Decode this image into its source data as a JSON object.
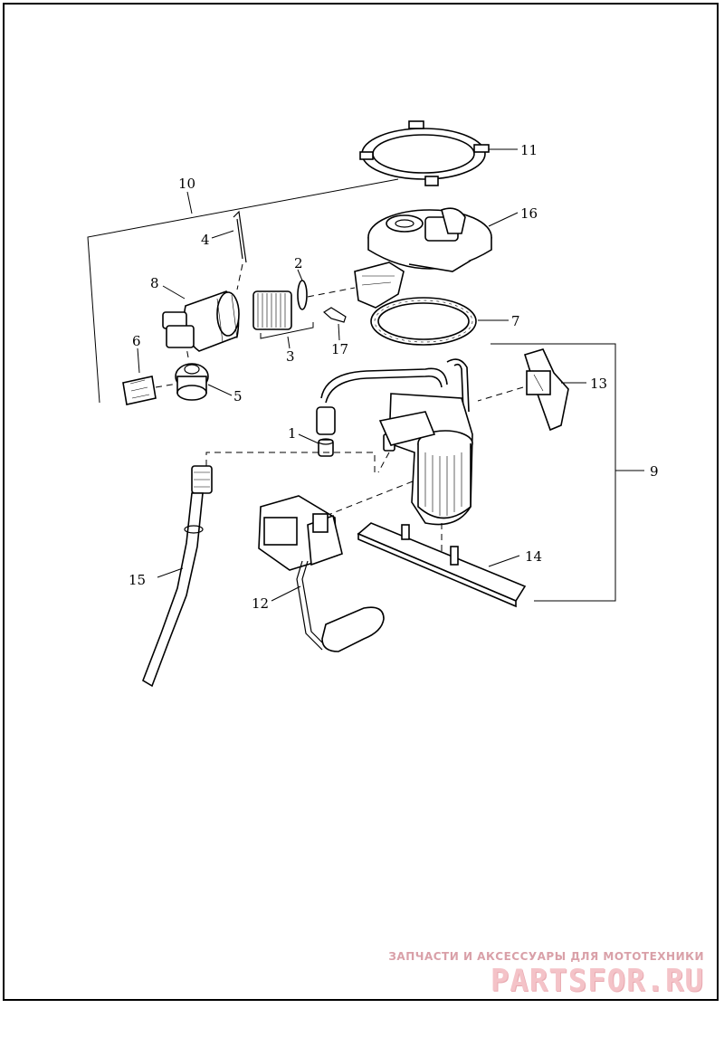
{
  "callouts": {
    "c1": "1",
    "c2": "2",
    "c3": "3",
    "c4": "4",
    "c5": "5",
    "c6": "6",
    "c7": "7",
    "c8": "8",
    "c9": "9",
    "c10": "10",
    "c11": "11",
    "c12": "12",
    "c13": "13",
    "c14": "14",
    "c15": "15",
    "c16": "16",
    "c17": "17"
  },
  "watermark": {
    "tagline": "ЗАПЧАСТИ И АКСЕССУАРЫ ДЛЯ МОТОТЕХНИКИ",
    "logo": "PARTSFOR.RU"
  },
  "colors": {
    "line": "#000000",
    "background": "#ffffff",
    "watermark_text": "#d9a0a8",
    "watermark_logo": "#f4c3c8"
  }
}
